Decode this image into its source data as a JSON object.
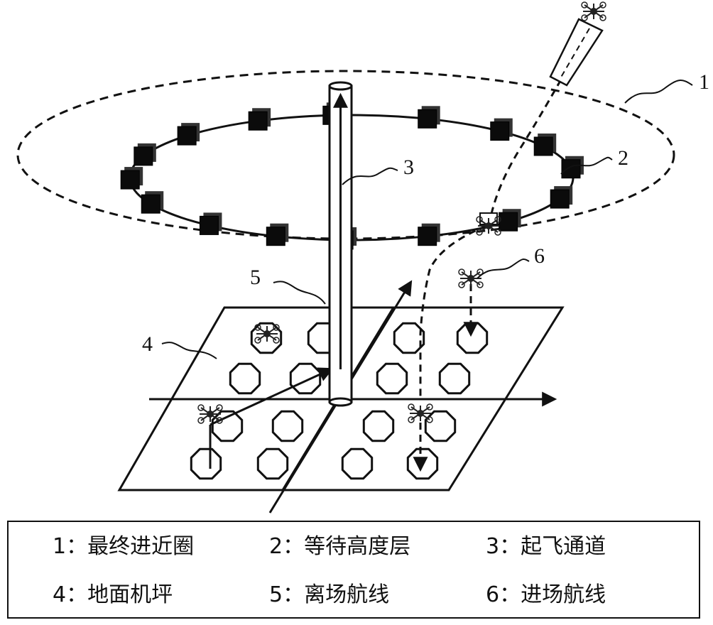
{
  "callouts": {
    "c1": "1",
    "c2": "2",
    "c3": "3",
    "c4": "4",
    "c5": "5",
    "c6": "6"
  },
  "legend": [
    {
      "id": "1",
      "sep": "：",
      "text": "最终进近圈"
    },
    {
      "id": "2",
      "sep": "：",
      "text": "等待高度层"
    },
    {
      "id": "3",
      "sep": "：",
      "text": "起飞通道"
    },
    {
      "id": "4",
      "sep": "：",
      "text": "地面机坪"
    },
    {
      "id": "5",
      "sep": "：",
      "text": "离场航线"
    },
    {
      "id": "6",
      "sep": "：",
      "text": "进场航线"
    }
  ],
  "icons": {
    "drone": "drone-icon",
    "pad": "octagon-landing-pad-icon",
    "block": "holding-slot-square-icon"
  },
  "colors": {
    "ink": "#111111",
    "background": "#ffffff"
  }
}
